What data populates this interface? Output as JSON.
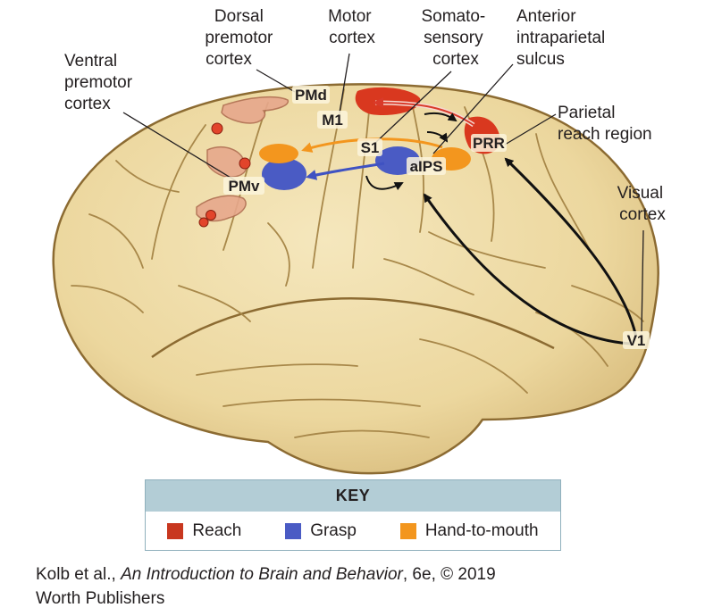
{
  "labels": {
    "dorsal_premotor": [
      "Dorsal",
      "premotor",
      "cortex"
    ],
    "motor": [
      "Motor",
      "cortex"
    ],
    "somatosensory": [
      "Somato-",
      "sensory",
      "cortex"
    ],
    "anterior_intraparietal": [
      "Anterior",
      "intraparietal",
      "sulcus"
    ],
    "ventral_premotor": [
      "Ventral",
      "premotor",
      "cortex"
    ],
    "parietal_reach": [
      "Parietal",
      "reach region"
    ],
    "visual": [
      "Visual",
      "cortex"
    ]
  },
  "areas": {
    "pmd": "PMd",
    "m1": "M1",
    "s1": "S1",
    "aips": "aIPS",
    "pmv": "PMv",
    "prr": "PRR",
    "v1": "V1"
  },
  "key": {
    "title": "KEY",
    "items": [
      {
        "label": "Reach",
        "color": "#c8371f"
      },
      {
        "label": "Grasp",
        "color": "#4a5bc4"
      },
      {
        "label": "Hand-to-mouth",
        "color": "#f3961e"
      }
    ]
  },
  "caption": {
    "authors": "Kolb et al., ",
    "book": "An Introduction to Brain and Behavior",
    "rest": ", 6e, © 2019",
    "publisher": "Worth Publishers"
  }
}
